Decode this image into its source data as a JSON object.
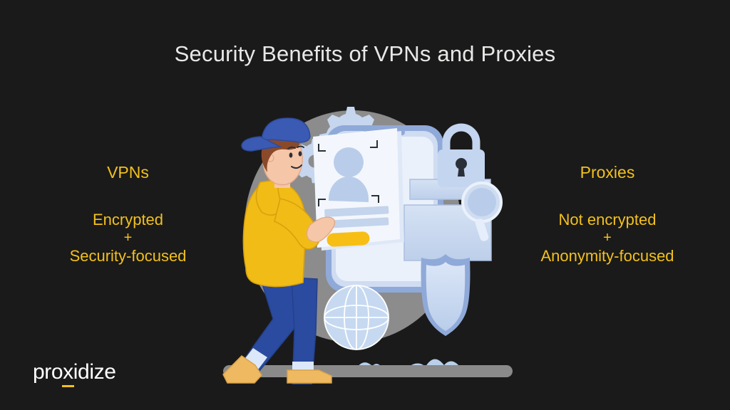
{
  "slide": {
    "title": "Security Benefits of VPNs and Proxies",
    "background_color": "#1a1a1a",
    "title_color": "#e8e8e6",
    "accent_color": "#f2c01e"
  },
  "left_column": {
    "heading": "VPNs",
    "line1": "Encrypted",
    "plus": "+",
    "line2": "Security-focused"
  },
  "right_column": {
    "heading": "Proxies",
    "line1": "Not encrypted",
    "plus": "+",
    "line2": "Anonymity-focused"
  },
  "logo": {
    "text_before": "pro",
    "text_accent": "x",
    "text_after": "idize",
    "underline_color": "#f2c01e",
    "text_color": "#ffffff"
  },
  "illustration": {
    "name": "person-with-mobile-identity-security",
    "backdrop_circle_color": "#8c8c8c",
    "ground_bar_color": "#8a8a8a",
    "elements": [
      "gear-large-icon",
      "gear-small-icon",
      "smartphone",
      "id-card",
      "avatar-placeholder",
      "face-scan-frame",
      "submit-button",
      "floating-panel-top",
      "floating-panel-bottom",
      "padlock-icon",
      "magnifier-icon",
      "shield-icon",
      "globe-icon",
      "cloud-shape-small",
      "cloud-shape-large",
      "character"
    ],
    "colors": {
      "hoodie": "#f2bc16",
      "pants": "#2b4ba0",
      "cap": "#3a5ab4",
      "skin": "#f6c6a8",
      "hair": "#8a4a2a",
      "shoe": "#efb961",
      "device_light": "#eef2fa",
      "device_blue": "#8fa9d8",
      "panel_blue": "#c3d3ec",
      "icon_blue": "#b9cdea"
    }
  }
}
